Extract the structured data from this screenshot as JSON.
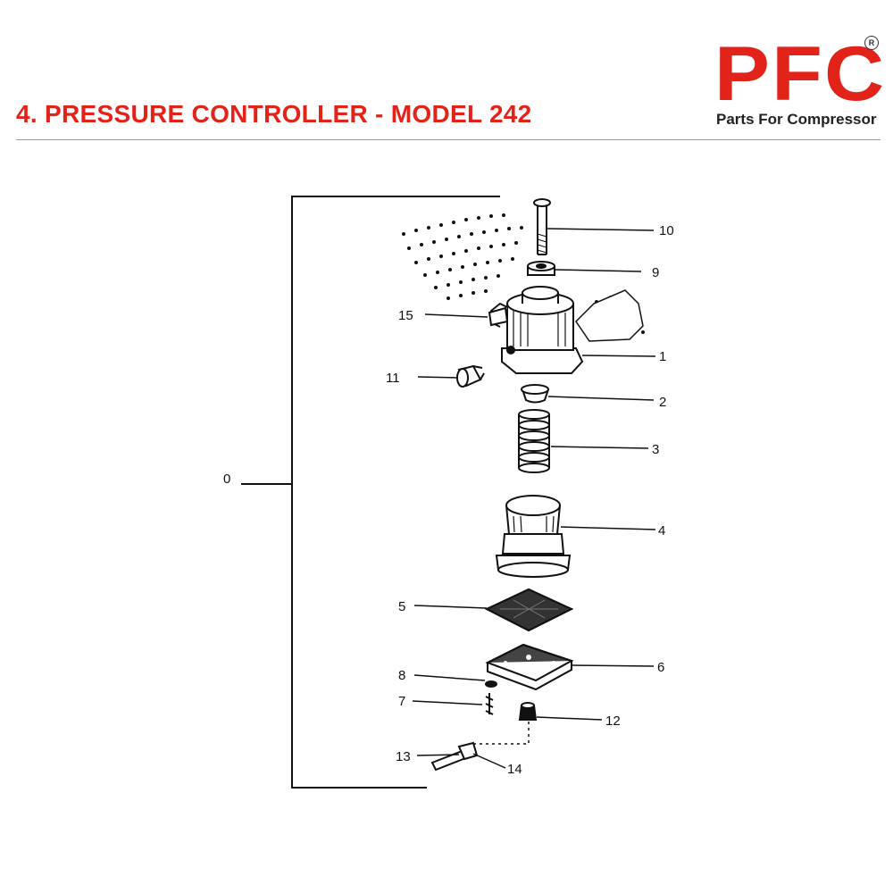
{
  "header": {
    "title": "4. PRESSURE CONTROLLER - MODEL 242",
    "logo": {
      "letters": "PFC",
      "registered": "R",
      "tagline": "Parts For Compressor"
    }
  },
  "colors": {
    "brand_red": "#e2231a",
    "ink": "#111111",
    "rule": "#9a9a9a"
  },
  "diagram": {
    "callouts": {
      "c0": "0",
      "c1": "1",
      "c2": "2",
      "c3": "3",
      "c4": "4",
      "c5": "5",
      "c6": "6",
      "c7": "7",
      "c8": "8",
      "c9": "9",
      "c10": "10",
      "c11": "11",
      "c12": "12",
      "c13": "13",
      "c14": "14",
      "c15": "15"
    }
  }
}
